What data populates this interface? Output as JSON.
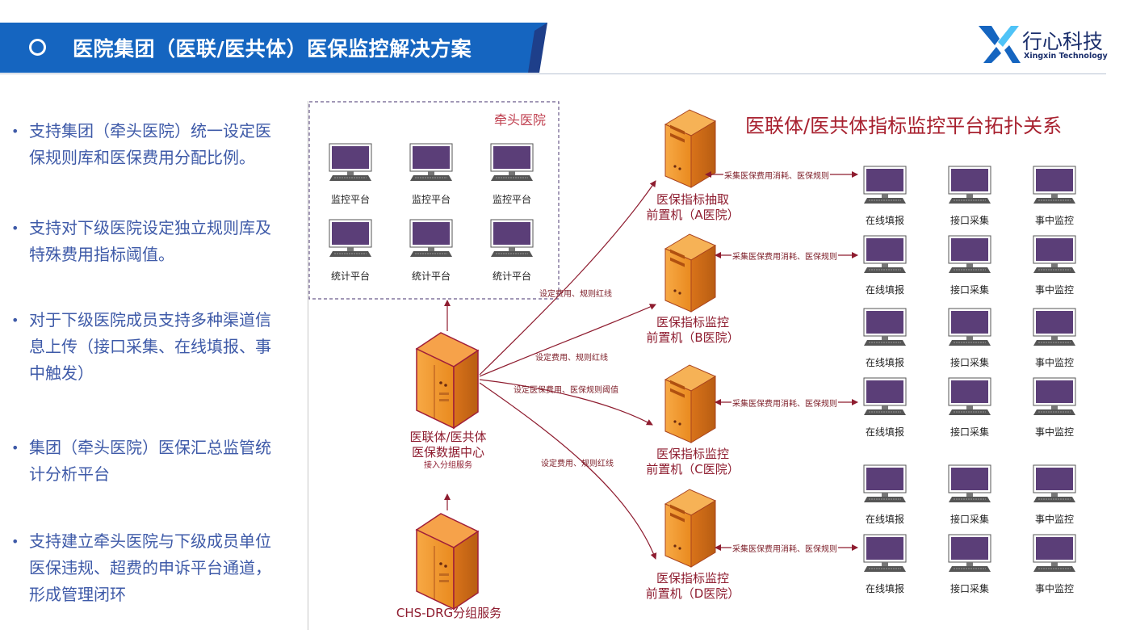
{
  "header": {
    "title": "医院集团（医联/医共体）医保监控解决方案",
    "accent_color": "#1565c0"
  },
  "logo": {
    "name": "行心科技",
    "subtitle": "Xingxin Technology",
    "icon": "xingxin-x-logo-icon"
  },
  "bullets": [
    {
      "marker": "•",
      "text1": "支持集团（牵头医院）统一设定医",
      "text2": "保规则库和医保费用分配比例。",
      "text3": ""
    },
    {
      "marker": "•",
      "text1": "支持对下级医院设定独立规则库及",
      "text2": "特殊费用指标阈值。",
      "text3": ""
    },
    {
      "marker": "•",
      "text1": "对于下级医院成员支持多种渠道信",
      "text2": "息上传（接口采集、在线填报、事",
      "text3": "中触发）"
    },
    {
      "marker": "•",
      "text1": "集团（牵头医院）医保汇总监管统",
      "text2": "计分析平台",
      "text3": ""
    },
    {
      "marker": "•",
      "text1": "支持建立牵头医院与下级成员单位",
      "text2": "医保违规、超费的申诉平台通道，",
      "text3": "形成管理闭环"
    }
  ],
  "diagram": {
    "title": "医联体/医共体指标监控平台拓扑关系",
    "group_label": "牵头医院",
    "monitor_label": "监控平台",
    "stats_label": "统计平台",
    "center": {
      "line1": "医联体/医共体",
      "line2": "医保数据中心",
      "sub": "接入分组服务"
    },
    "drg": {
      "label": "CHS-DRG分组服务"
    },
    "servers": [
      {
        "line1": "医保指标抽取",
        "line2": "前置机（A医院）"
      },
      {
        "line1": "医保指标监控",
        "line2": "前置机（B医院）"
      },
      {
        "line1": "医保指标监控",
        "line2": "前置机（C医院）"
      },
      {
        "line1": "医保指标监控",
        "line2": "前置机（D医院）"
      }
    ],
    "edge_labels": [
      "设定费用、规则红线",
      "设定费用、规则红线",
      "设定医保费用、医保规则阈值",
      "设定费用、规则红线"
    ],
    "collect_label": "采集医保费用消耗、医保规则",
    "client_labels": [
      "在线填报",
      "接口采集",
      "事中监控"
    ],
    "colors": {
      "server": "#f39a2e",
      "server_border": "#a93a1f",
      "arrow": "#8e1c2f",
      "monitor": "#5b3e78"
    }
  }
}
